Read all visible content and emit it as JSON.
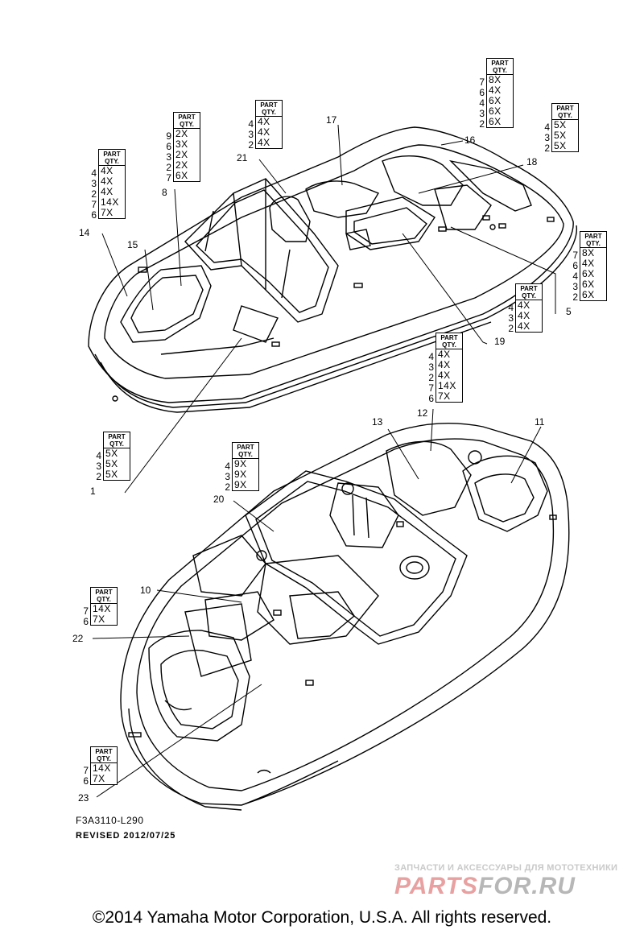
{
  "qty_tables": [
    {
      "id": "t14",
      "head": [
        "PART",
        "QTY."
      ],
      "refs": [
        "4",
        "3",
        "2",
        "7",
        "6"
      ],
      "qtys": [
        "4X",
        "4X",
        "4X",
        "14X",
        "7X"
      ]
    },
    {
      "id": "t8",
      "head": [
        "PART",
        "QTY."
      ],
      "refs": [
        "9",
        "6",
        "3",
        "2",
        "7"
      ],
      "qtys": [
        "2X",
        "3X",
        "2X",
        "2X",
        "6X"
      ]
    },
    {
      "id": "t21",
      "head": [
        "PART",
        "QTY."
      ],
      "refs": [
        "4",
        "3",
        "2"
      ],
      "qtys": [
        "4X",
        "4X",
        "4X"
      ]
    },
    {
      "id": "t16",
      "head": [
        "PART",
        "QTY."
      ],
      "refs": [
        "7",
        "6",
        "4",
        "3",
        "2"
      ],
      "qtys": [
        "8X",
        "4X",
        "6X",
        "6X",
        "6X"
      ]
    },
    {
      "id": "t18",
      "head": [
        "PART",
        "QTY."
      ],
      "refs": [
        "4",
        "3",
        "2"
      ],
      "qtys": [
        "5X",
        "5X",
        "5X"
      ]
    },
    {
      "id": "t5",
      "head": [
        "PART",
        "QTY."
      ],
      "refs": [
        "7",
        "6",
        "4",
        "3",
        "2"
      ],
      "qtys": [
        "8X",
        "4X",
        "6X",
        "6X",
        "6X"
      ]
    },
    {
      "id": "t19",
      "head": [
        "PART",
        "QTY."
      ],
      "refs": [
        "4",
        "3",
        "2"
      ],
      "qtys": [
        "4X",
        "4X",
        "4X"
      ]
    },
    {
      "id": "t12",
      "head": [
        "PART",
        "QTY."
      ],
      "refs": [
        "4",
        "3",
        "2",
        "7",
        "6"
      ],
      "qtys": [
        "4X",
        "4X",
        "4X",
        "14X",
        "7X"
      ]
    },
    {
      "id": "t1",
      "head": [
        "PART",
        "QTY."
      ],
      "refs": [
        "4",
        "3",
        "2"
      ],
      "qtys": [
        "5X",
        "5X",
        "5X"
      ]
    },
    {
      "id": "t20",
      "head": [
        "PART",
        "QTY."
      ],
      "refs": [
        "4",
        "3",
        "2"
      ],
      "qtys": [
        "9X",
        "9X",
        "9X"
      ]
    },
    {
      "id": "t22",
      "head": [
        "PART",
        "QTY."
      ],
      "refs": [
        "7",
        "6"
      ],
      "qtys": [
        "14X",
        "7X"
      ]
    },
    {
      "id": "t23",
      "head": [
        "PART",
        "QTY."
      ],
      "refs": [
        "7",
        "6"
      ],
      "qtys": [
        "14X",
        "7X"
      ]
    }
  ],
  "callouts": {
    "c17": "17",
    "c16": "16",
    "c21": "21",
    "c18": "18",
    "c8": "8",
    "c14": "14",
    "c15": "15",
    "c5": "5",
    "c19": "19",
    "c12": "12",
    "c13": "13",
    "c11": "11",
    "c1": "1",
    "c20": "20",
    "c10": "10",
    "c22": "22",
    "c23": "23"
  },
  "footer": {
    "code": "F3A3110-L290",
    "revised": "REVISED 2012/07/25",
    "watermark_small": "ЗАПЧАСТИ И АКСЕССУАРЫ ДЛЯ МОТОТЕХНИКИ",
    "watermark_big_a": "PARTS",
    "watermark_big_b": "FOR.RU",
    "copyright": "©2014 Yamaha Motor Corporation, U.S.A. All rights reserved."
  }
}
